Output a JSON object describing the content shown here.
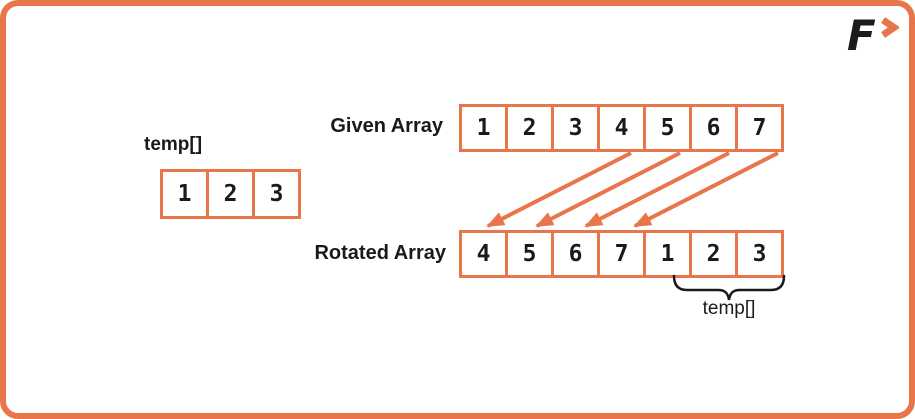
{
  "colors": {
    "accent": "#E8764A",
    "text": "#1A1A1A"
  },
  "logo": {
    "letter": "F",
    "chevron_icon": "right-chevron"
  },
  "temp_array": {
    "label": "temp[]",
    "cells": [
      "1",
      "2",
      "3"
    ]
  },
  "given_array": {
    "label": "Given Array",
    "cells": [
      "1",
      "2",
      "3",
      "4",
      "5",
      "6",
      "7"
    ]
  },
  "rotated_array": {
    "label": "Rotated Array",
    "cells": [
      "4",
      "5",
      "6",
      "7",
      "1",
      "2",
      "3"
    ]
  },
  "arrows": {
    "count": 4,
    "pairs_given_cell_to_rotated_cell": [
      [
        4,
        1
      ],
      [
        5,
        2
      ],
      [
        6,
        3
      ],
      [
        7,
        4
      ]
    ]
  },
  "annotation": {
    "brace_label": "temp[]",
    "brace_spans_values": [
      "1",
      "2",
      "3"
    ]
  }
}
